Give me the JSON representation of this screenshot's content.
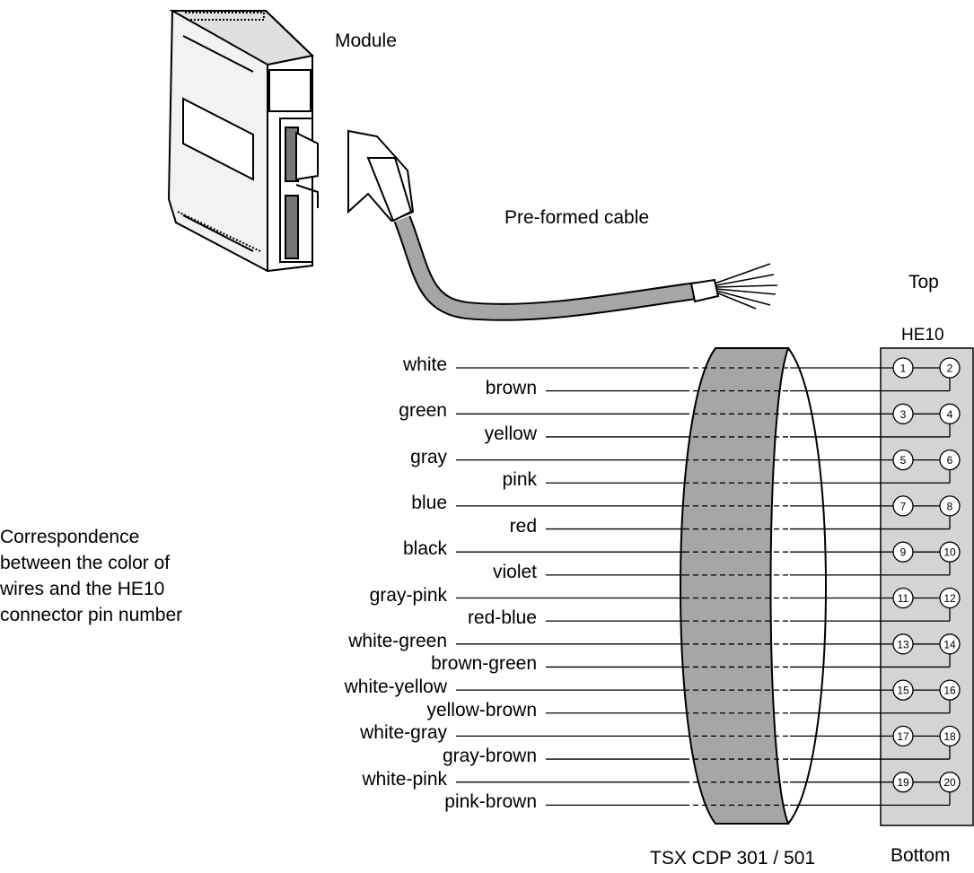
{
  "labels": {
    "module": "Module",
    "cable": "Pre-formed cable",
    "top": "Top",
    "connector": "HE10",
    "bottom": "Bottom",
    "cable_ref": "TSX CDP 301 / 501"
  },
  "description": [
    "Correspondence",
    "between the color of",
    "wires and the HE10",
    "connector pin number"
  ],
  "wires": [
    {
      "color": "white",
      "pin": "1"
    },
    {
      "color": "brown",
      "pin": "2"
    },
    {
      "color": "green",
      "pin": "3"
    },
    {
      "color": "yellow",
      "pin": "4"
    },
    {
      "color": "gray",
      "pin": "5"
    },
    {
      "color": "pink",
      "pin": "6"
    },
    {
      "color": "blue",
      "pin": "7"
    },
    {
      "color": "red",
      "pin": "8"
    },
    {
      "color": "black",
      "pin": "9"
    },
    {
      "color": "violet",
      "pin": "10"
    },
    {
      "color": "gray-pink",
      "pin": "11"
    },
    {
      "color": "red-blue",
      "pin": "12"
    },
    {
      "color": "white-green",
      "pin": "13"
    },
    {
      "color": "brown-green",
      "pin": "14"
    },
    {
      "color": "white-yellow",
      "pin": "15"
    },
    {
      "color": "yellow-brown",
      "pin": "16"
    },
    {
      "color": "white-gray",
      "pin": "17"
    },
    {
      "color": "gray-brown",
      "pin": "18"
    },
    {
      "color": "white-pink",
      "pin": "19"
    },
    {
      "color": "pink-brown",
      "pin": "20"
    }
  ],
  "colors": {
    "cable_fill": "#a6a6a6",
    "connector_fill": "#d4d4d4",
    "line": "#000000"
  }
}
